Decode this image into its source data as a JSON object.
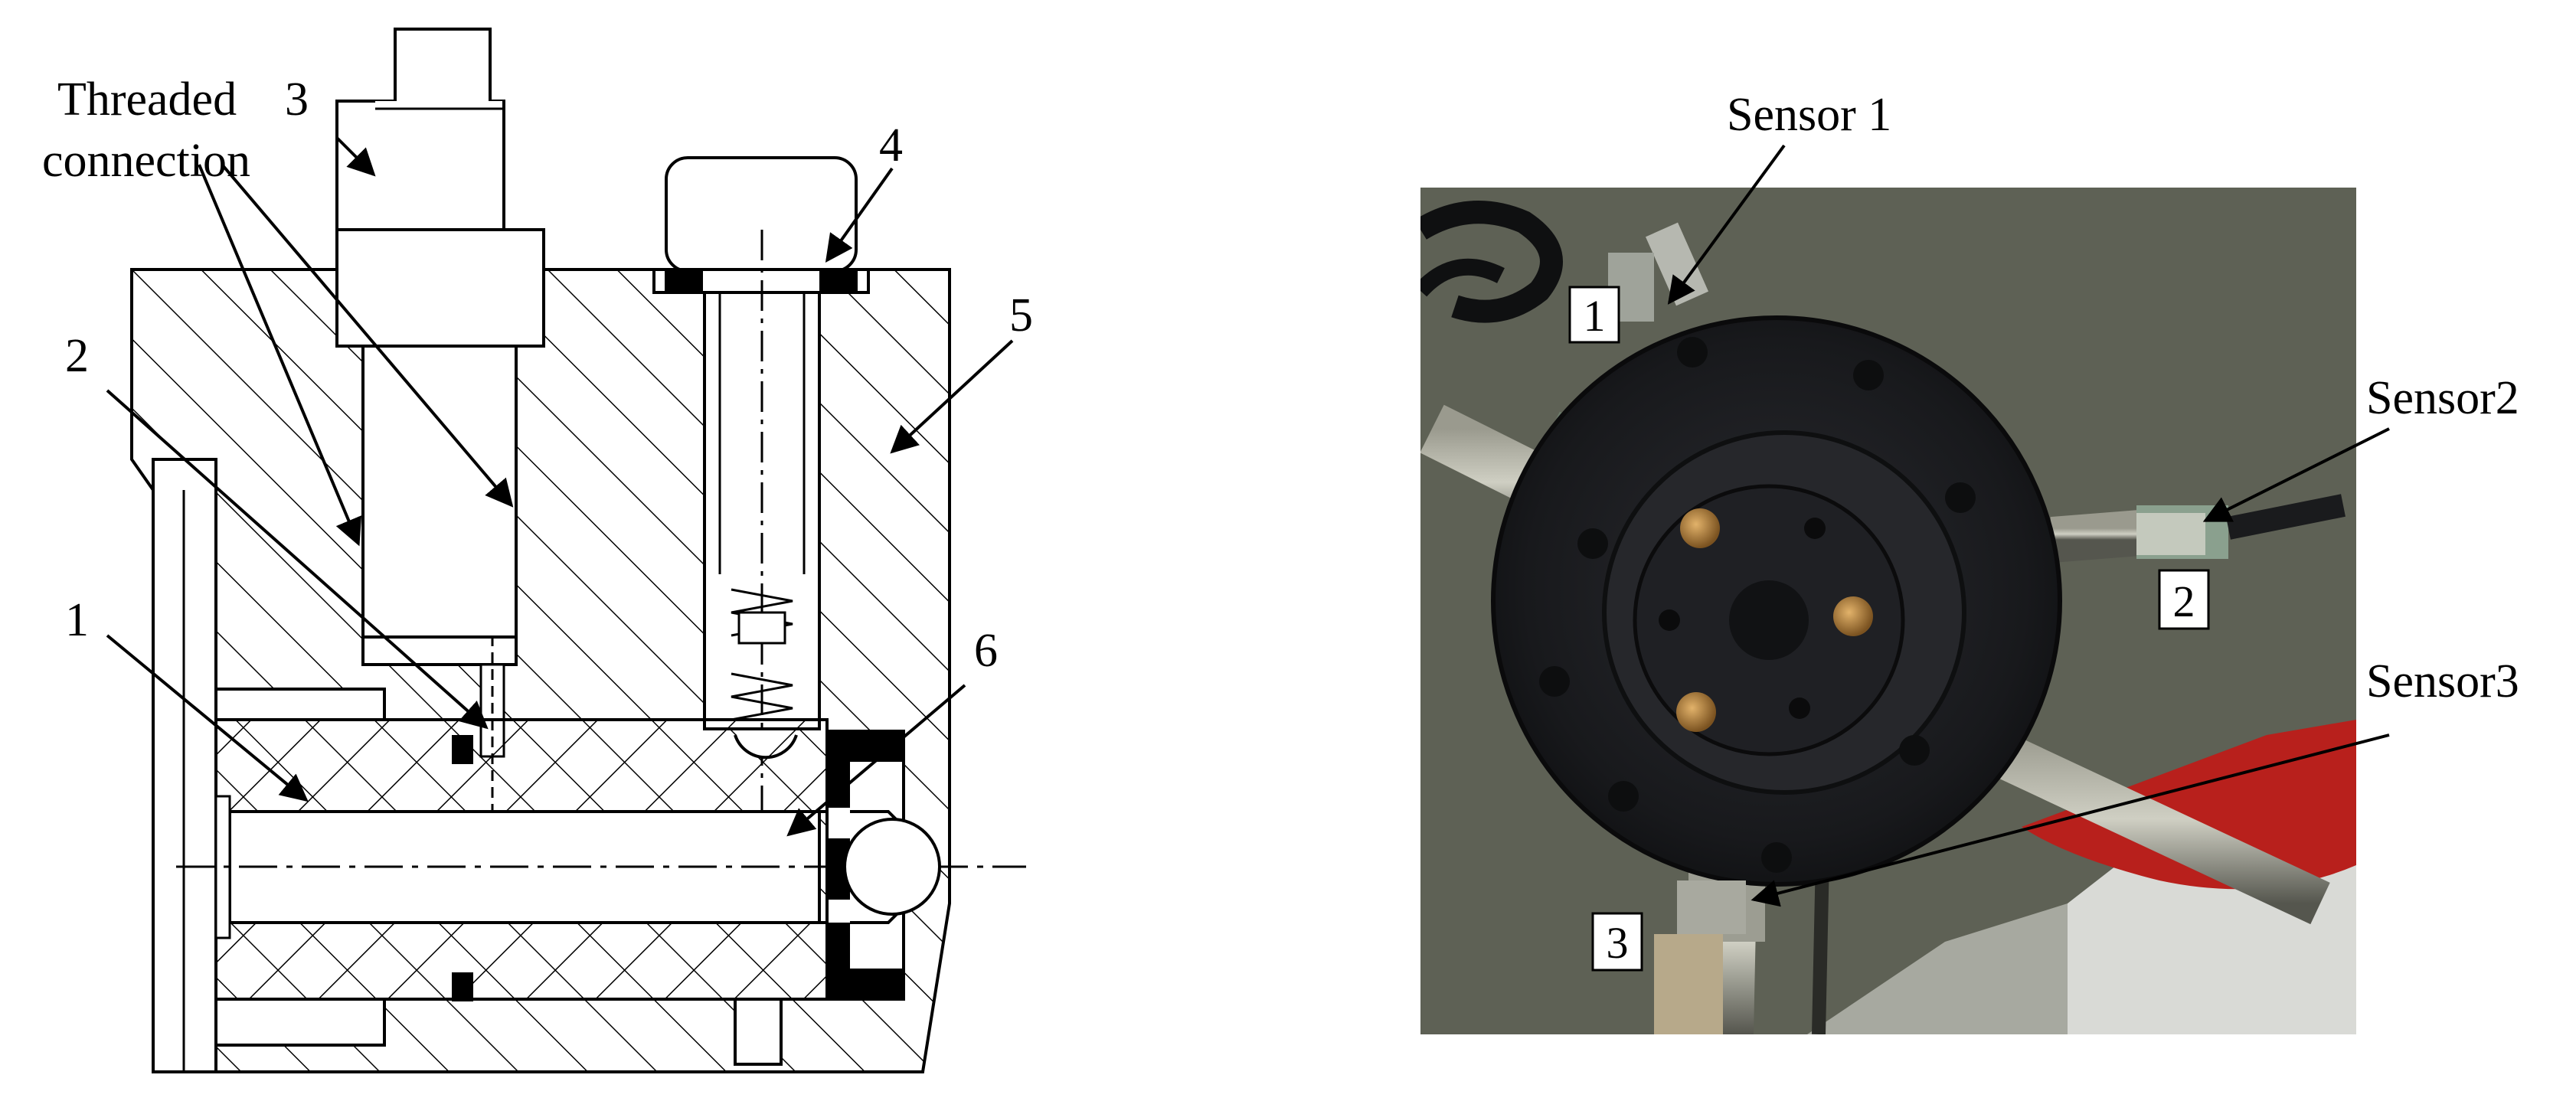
{
  "left_panel": {
    "callout_threaded": [
      "Threaded",
      "connection"
    ],
    "part_labels": {
      "p1": "1",
      "p2": "2",
      "p3": "3",
      "p4": "4",
      "p5": "5",
      "p6": "6"
    }
  },
  "right_panel": {
    "sensor_labels": {
      "s1": "Sensor 1",
      "s2": "Sensor2",
      "s3": "Sensor3"
    },
    "sensor_tags": {
      "t1": "1",
      "t2": "2",
      "t3": "3"
    }
  },
  "colors": {
    "photo_background": "#5e6155",
    "flange_dark": "#1c1d20",
    "hatch": "#000000",
    "seal_black": "#000000",
    "hose_red": "#b8201c"
  }
}
